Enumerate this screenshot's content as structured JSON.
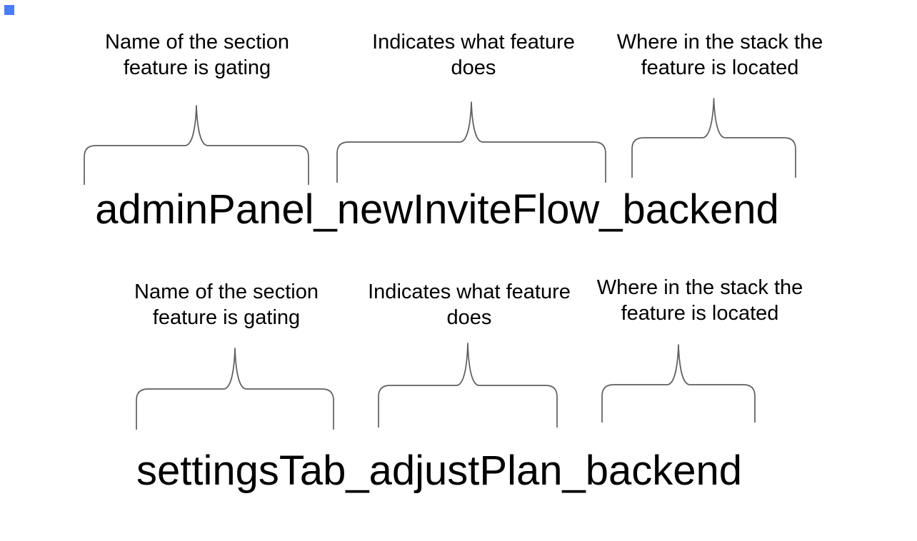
{
  "colors": {
    "background": "#ffffff",
    "text": "#000000",
    "brace": "#5f5f5f",
    "corner_marker": "#4a7cf2"
  },
  "diagrams": [
    {
      "flag_name": "adminPanel_newInviteFlow_backend",
      "annotations": [
        {
          "line1": "Name of the section",
          "line2": "feature is gating"
        },
        {
          "line1": "Indicates what feature",
          "line2": "does"
        },
        {
          "line1": "Where in the stack the",
          "line2": "feature is located"
        }
      ]
    },
    {
      "flag_name": "settingsTab_adjustPlan_backend",
      "annotations": [
        {
          "line1": "Name of the section",
          "line2": "feature is gating"
        },
        {
          "line1": "Indicates what feature",
          "line2": "does"
        },
        {
          "line1": "Where in the stack the",
          "line2": "feature is located"
        }
      ]
    }
  ]
}
